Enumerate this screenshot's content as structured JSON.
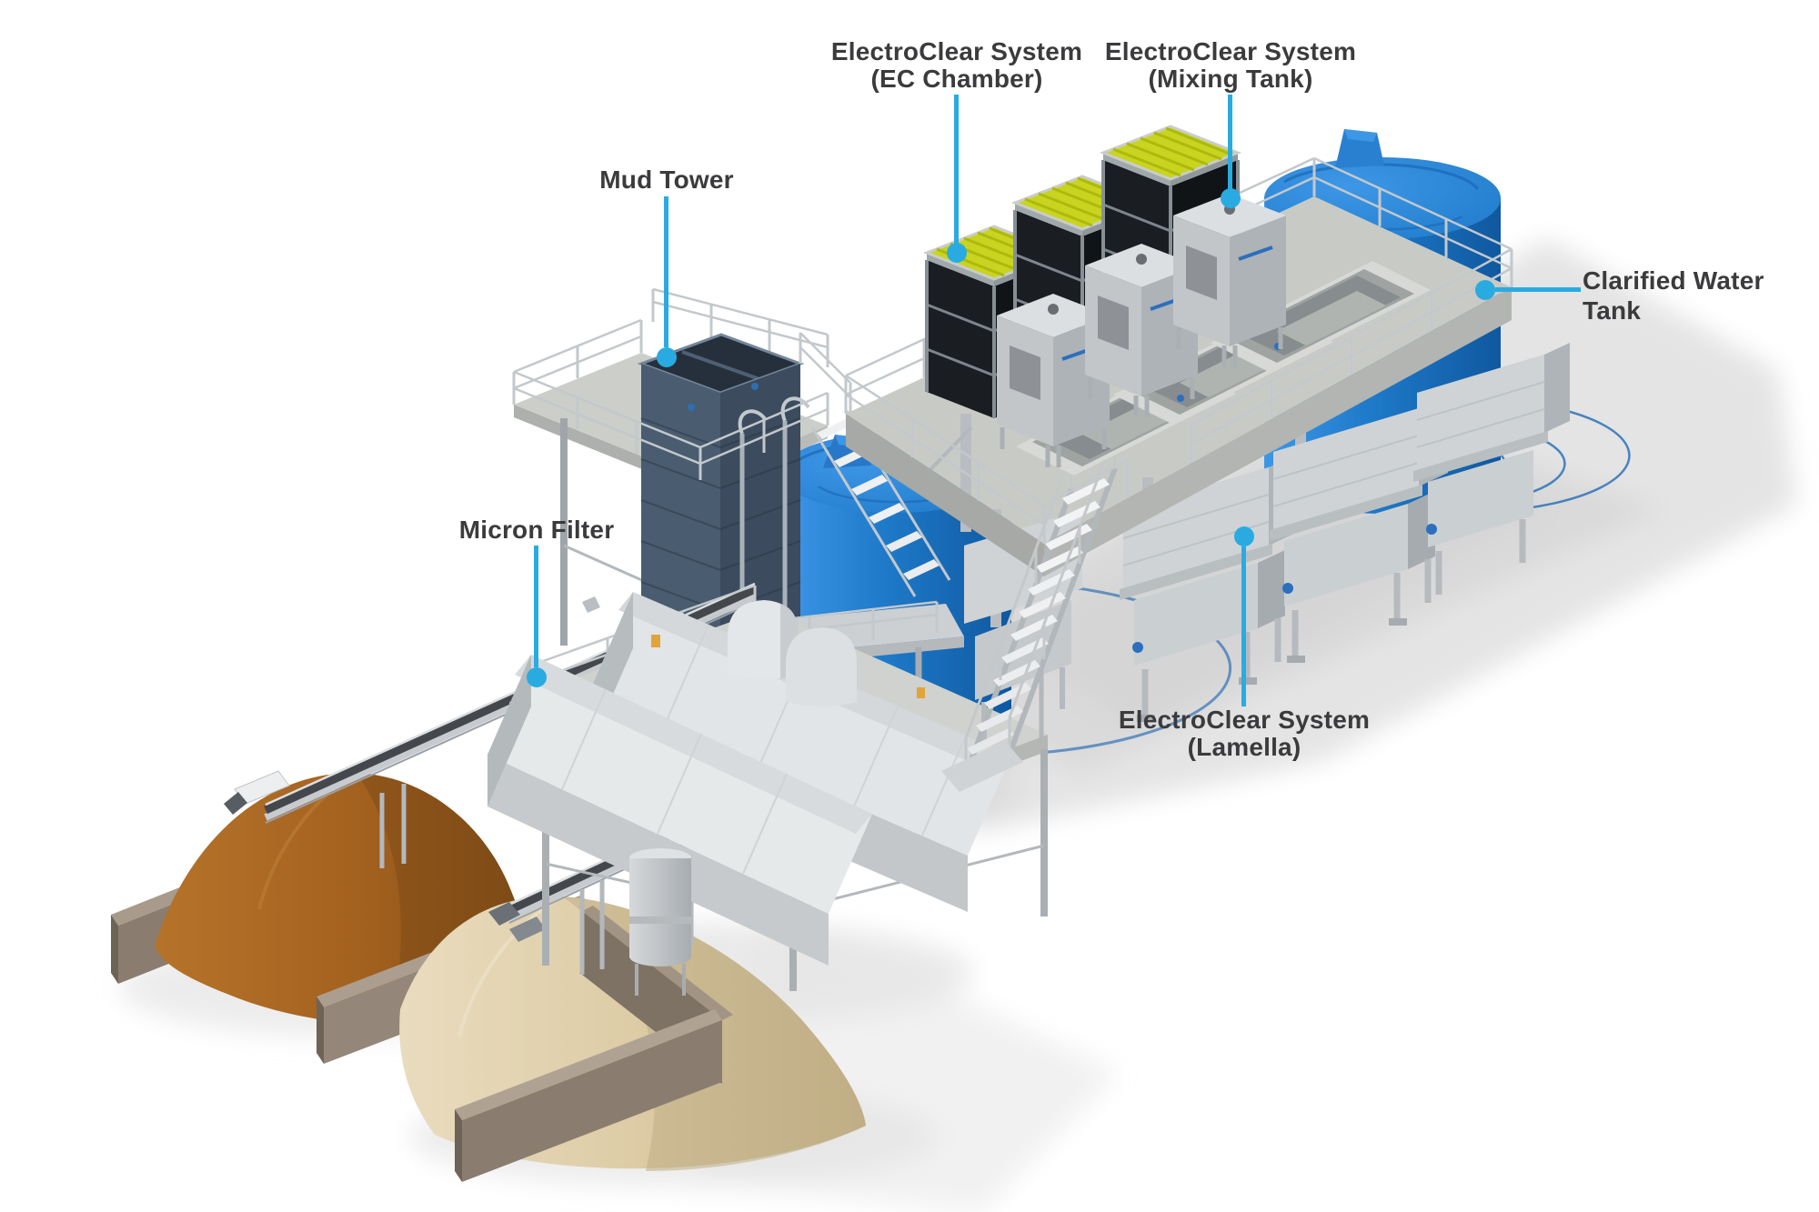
{
  "figure": {
    "description": "Isometric 3D rendering of an ElectroClear wash-water treatment plant with callout labels",
    "background": "#FFFFFF"
  },
  "colors": {
    "accent": "#29ABE2",
    "label_text": "#3B3B3D",
    "background": "#FFFFFF",
    "tank_blue": "#1E7AC9",
    "tank_blue_light": "#3E97E6",
    "tank_blue_dark": "#1058A0",
    "ec_yellow": "#C8D41F",
    "slate": "#4A5C6F",
    "deck_gray": "#C8CBC5",
    "steel_light": "#D3D6D8",
    "pile_brown": "#A3611F",
    "pile_sand": "#DDCCA6",
    "wall_taupe": "#8A7D70"
  },
  "labels": {
    "mud_tower": {
      "text": "Mud Tower"
    },
    "micron_filter": {
      "text": "Micron Filter"
    },
    "ec_chamber": {
      "line1": "ElectroClear System",
      "line2": "(EC Chamber)"
    },
    "mixing_tank": {
      "line1": "ElectroClear System",
      "line2": "(Mixing Tank)"
    },
    "clarified_water_tank": {
      "line1": "Clarified Water",
      "line2": "Tank"
    },
    "lamella": {
      "line1": "ElectroClear System",
      "line2": "(Lamella)"
    }
  }
}
